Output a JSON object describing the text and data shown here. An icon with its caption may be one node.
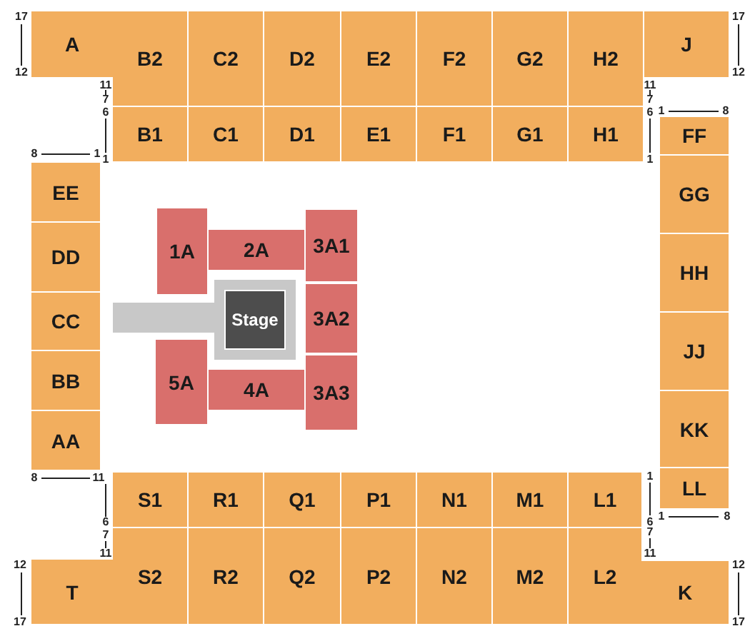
{
  "diagram": {
    "nodes": [
      {
        "text": [
          "A"
        ]
      },
      {
        "text": [
          "B2"
        ]
      },
      {
        "text": [
          "C2"
        ]
      },
      {
        "text": [
          "D2"
        ]
      },
      {
        "text": [
          "E2"
        ]
      },
      {
        "text": [
          "F2"
        ]
      },
      {
        "text": [
          "G2"
        ]
      },
      {
        "text": [
          "H2"
        ]
      },
      {
        "text": [
          "J"
        ]
      },
      {
        "text": [
          "B1"
        ]
      },
      {
        "text": [
          "C1"
        ]
      },
      {
        "text": [
          "D1"
        ]
      },
      {
        "text": [
          "E1"
        ]
      },
      {
        "text": [
          "F1"
        ]
      },
      {
        "text": [
          "G1"
        ]
      },
      {
        "text": [
          "H1"
        ]
      },
      {
        "text": [
          "FF"
        ]
      },
      {
        "text": [
          "EE"
        ]
      },
      {
        "text": [
          "GG"
        ]
      },
      {
        "text": [
          "1A"
        ]
      },
      {
        "text": [
          "2A"
        ]
      },
      {
        "text": [
          "3A1"
        ]
      },
      {
        "text": [
          "DD"
        ]
      },
      {
        "text": [
          "HH"
        ]
      },
      {
        "text": [
          "CC"
        ]
      },
      {
        "text": [
          "Stage"
        ]
      },
      {
        "text": [
          "3A2"
        ]
      },
      {
        "text": [
          "JJ"
        ]
      },
      {
        "text": [
          "5A"
        ]
      },
      {
        "text": [
          "4A"
        ]
      },
      {
        "text": [
          "3A3"
        ]
      },
      {
        "text": [
          "BB"
        ]
      },
      {
        "text": [
          "KK"
        ]
      },
      {
        "text": [
          "AA"
        ]
      },
      {
        "text": [
          "LL"
        ]
      },
      {
        "text": [
          "S1"
        ]
      },
      {
        "text": [
          "R1"
        ]
      },
      {
        "text": [
          "Q1"
        ]
      },
      {
        "text": [
          "P1"
        ]
      },
      {
        "text": [
          "N1"
        ]
      },
      {
        "text": [
          "M1"
        ]
      },
      {
        "text": [
          "L1"
        ]
      },
      {
        "text": [
          "S2"
        ]
      },
      {
        "text": [
          "R2"
        ]
      },
      {
        "text": [
          "Q2"
        ]
      },
      {
        "text": [
          "P2"
        ]
      },
      {
        "text": [
          "N2"
        ]
      },
      {
        "text": [
          "M2"
        ]
      },
      {
        "text": [
          "L2"
        ]
      },
      {
        "text": [
          "T"
        ]
      },
      {
        "text": [
          "K"
        ]
      }
    ],
    "labels": [
      "17",
      "17",
      "12",
      "12",
      "11",
      "11",
      "7",
      "7",
      "6",
      "6",
      "1",
      "8",
      "8",
      "1",
      "1",
      "1",
      "8",
      "11",
      "1",
      "1",
      "8",
      "6",
      "6",
      "7",
      "7",
      "11",
      "11",
      "12",
      "12",
      "17",
      "17"
    ]
  }
}
